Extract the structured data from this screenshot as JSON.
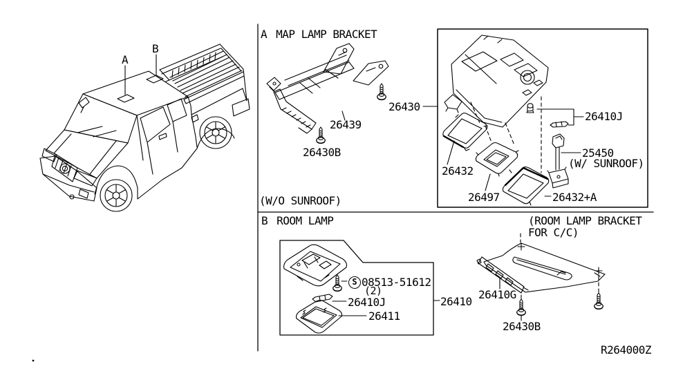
{
  "page": {
    "background": "#ffffff",
    "line_color": "#000000",
    "diagram_code": "R264000Z"
  },
  "truck": {
    "callout_a": "A",
    "callout_b": "B"
  },
  "section_a": {
    "letter": "A",
    "title": "MAP LAMP BRACKET",
    "note": "(W/O SUNROOF)",
    "labels": {
      "bracket": "26439",
      "screw": "26430B"
    }
  },
  "console_box": {
    "assembly": "26430",
    "labels": {
      "bulbs": "26410J",
      "sunroof_switch": "25450",
      "sunroof_note": "(W/ SUNROOF)",
      "lens": "26432",
      "finisher": "26497",
      "lens_alt": "26432+A"
    }
  },
  "section_b": {
    "letter": "B",
    "title": "ROOM LAMP",
    "s_symbol": "S",
    "labels": {
      "screw": "08513-51612",
      "screw_qty": "(2)",
      "bulb": "26410J",
      "lens": "26411",
      "assembly": "26410"
    }
  },
  "section_cc": {
    "title_line1": "(ROOM LAMP BRACKET",
    "title_line2": "FOR C/C)",
    "labels": {
      "bracket": "26410G",
      "screw": "26430B"
    }
  }
}
